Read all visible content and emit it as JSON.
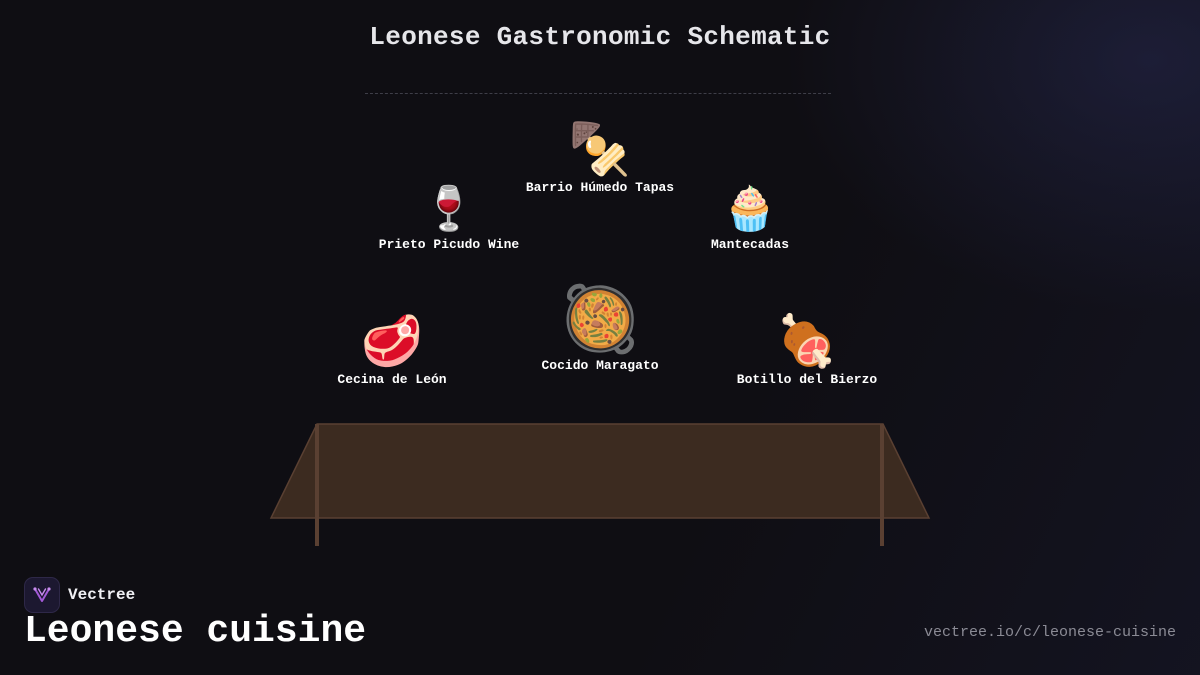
{
  "diagram": {
    "title": "Leonese Gastronomic Schematic",
    "dishes": [
      {
        "label": "Barrio Húmedo Tapas",
        "emoji": "🍢"
      },
      {
        "label": "Prieto Picudo Wine",
        "emoji": "🍷"
      },
      {
        "label": "Mantecadas",
        "emoji": "🧁"
      },
      {
        "label": "Cecina de León",
        "emoji": "🥩"
      },
      {
        "label": "Cocido Maragato",
        "emoji": "🥘"
      },
      {
        "label": "Botillo del Bierzo",
        "emoji": "🍖"
      }
    ],
    "table_icon": "table-shape"
  },
  "footer": {
    "brand_name": "Vectree",
    "brand_icon": "vectree-logo-icon",
    "heading": "Leonese cuisine",
    "url": "vectree.io/c/leonese-cuisine"
  },
  "colors": {
    "background": "#0f0e13",
    "table_top": "#3c2b20",
    "table_edge": "#5a4032",
    "logo_accent": "#a35ad8"
  }
}
